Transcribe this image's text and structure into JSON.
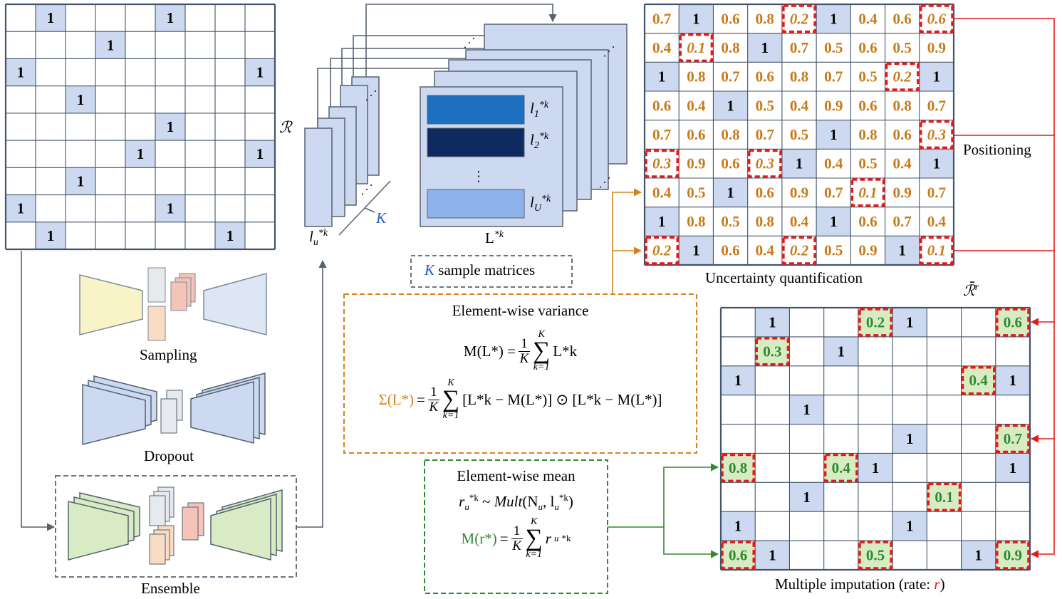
{
  "labels": {
    "r_matrix": "ℛ",
    "r_bar": "ℛ̄",
    "r_bar_sup": "r",
    "lu_main": "l",
    "lu_sub": "u",
    "lu_sup": "*k",
    "big_l": "L",
    "big_l_sup": "*k",
    "k_axis": "K",
    "l1_main": "l",
    "l1_sub": "1",
    "l1_sup": "*k",
    "l2_main": "l",
    "l2_sub": "2",
    "l2_sup": "*k",
    "lU_main": "l",
    "lU_sub": "U",
    "lU_sup": "*k",
    "k_samples_k": "K",
    "k_samples_text": " sample matrices",
    "uncertainty": "Uncertainty quantification",
    "positioning": "Positioning",
    "multiple_imputation": "Multiple imputation (rate: ",
    "rate": "r",
    "close_paren": ")",
    "sampling": "Sampling",
    "dropout": "Dropout",
    "ensemble": "Ensemble"
  },
  "variance_box": {
    "title": "Element-wise variance",
    "mean_lhs": "M(L*) = ",
    "mean_frac_num": "1",
    "mean_frac_den": "K",
    "mean_sum_top": "K",
    "mean_sum_bottom": "k=1",
    "mean_rhs": "L*k",
    "var_lhs": "Σ(L*)",
    "var_eq": " = ",
    "var_rhs": "[L*k − M(L*)] ⊙ [L*k − M(L*)]"
  },
  "mean_box": {
    "title": "Element-wise mean",
    "dist": "r*k ~ Mult(N, l*k)",
    "dist_lhs": "r",
    "dist_mid": " ~ ",
    "dist_fn": "Mult",
    "dist_args": "(N",
    "dist_args2": ", l",
    "dist_close": ")",
    "mean_lhs": "M(r*)",
    "mean_eq": " = ",
    "mean_rhs": "r"
  },
  "matrices": {
    "R_ones": [
      [
        0,
        1
      ],
      [
        0,
        5
      ],
      [
        1,
        3
      ],
      [
        2,
        0
      ],
      [
        2,
        8
      ],
      [
        3,
        2
      ],
      [
        4,
        5
      ],
      [
        5,
        4
      ],
      [
        5,
        8
      ],
      [
        6,
        2
      ],
      [
        7,
        0
      ],
      [
        7,
        5
      ],
      [
        8,
        1
      ],
      [
        8,
        7
      ]
    ],
    "U_values": [
      [
        "0.7",
        "1",
        "0.6",
        "0.8",
        "0.2",
        "1",
        "0.4",
        "0.6",
        "0.6"
      ],
      [
        "0.4",
        "0.1",
        "0.8",
        "1",
        "0.7",
        "0.5",
        "0.6",
        "0.5",
        "0.9"
      ],
      [
        "1",
        "0.8",
        "0.7",
        "0.6",
        "0.8",
        "0.7",
        "0.5",
        "0.2",
        "1"
      ],
      [
        "0.6",
        "0.4",
        "1",
        "0.5",
        "0.4",
        "0.9",
        "0.6",
        "0.8",
        "0.7"
      ],
      [
        "0.7",
        "0.6",
        "0.8",
        "0.7",
        "0.5",
        "1",
        "0.8",
        "0.6",
        "0.3"
      ],
      [
        "0.3",
        "0.9",
        "0.6",
        "0.3",
        "1",
        "0.4",
        "0.5",
        "0.4",
        "1"
      ],
      [
        "0.4",
        "0.5",
        "1",
        "0.6",
        "0.9",
        "0.7",
        "0.1",
        "0.9",
        "0.7"
      ],
      [
        "1",
        "0.8",
        "0.5",
        "0.8",
        "0.4",
        "1",
        "0.6",
        "0.7",
        "0.4"
      ],
      [
        "0.2",
        "1",
        "0.6",
        "0.4",
        "0.2",
        "0.5",
        "0.9",
        "1",
        "0.1"
      ]
    ],
    "U_highlight": [
      [
        0,
        4
      ],
      [
        0,
        8
      ],
      [
        1,
        1
      ],
      [
        2,
        7
      ],
      [
        4,
        8
      ],
      [
        5,
        0
      ],
      [
        5,
        3
      ],
      [
        6,
        6
      ],
      [
        8,
        0
      ],
      [
        8,
        4
      ],
      [
        8,
        8
      ]
    ],
    "I_ones": [
      [
        0,
        1
      ],
      [
        0,
        5
      ],
      [
        1,
        3
      ],
      [
        2,
        0
      ],
      [
        2,
        8
      ],
      [
        3,
        2
      ],
      [
        4,
        5
      ],
      [
        5,
        4
      ],
      [
        5,
        8
      ],
      [
        6,
        2
      ],
      [
        7,
        0
      ],
      [
        7,
        5
      ],
      [
        8,
        1
      ],
      [
        8,
        7
      ]
    ],
    "I_imputed": [
      {
        "r": 0,
        "c": 4,
        "v": "0.2"
      },
      {
        "r": 0,
        "c": 8,
        "v": "0.6"
      },
      {
        "r": 1,
        "c": 1,
        "v": "0.3"
      },
      {
        "r": 2,
        "c": 7,
        "v": "0.4"
      },
      {
        "r": 4,
        "c": 8,
        "v": "0.7"
      },
      {
        "r": 5,
        "c": 0,
        "v": "0.8"
      },
      {
        "r": 5,
        "c": 3,
        "v": "0.4"
      },
      {
        "r": 6,
        "c": 6,
        "v": "0.1"
      },
      {
        "r": 8,
        "c": 0,
        "v": "0.6"
      },
      {
        "r": 8,
        "c": 4,
        "v": "0.5"
      },
      {
        "r": 8,
        "c": 8,
        "v": "0.9"
      }
    ]
  },
  "colors": {
    "one_fill": "#cdd9f0",
    "grid_line": "#44546a",
    "uncertainty_text": "#c87a1a",
    "highlight_red": "#e61919",
    "imputed_fill": "#d8ecc4",
    "imputed_text": "#2e8a2e",
    "orange": "#d4821f",
    "green": "#2e8a2e",
    "blue_k": "#1f5fc4",
    "bar1": "#1d6fc0",
    "bar2": "#0f2a5e",
    "barU": "#8fb1ec"
  }
}
